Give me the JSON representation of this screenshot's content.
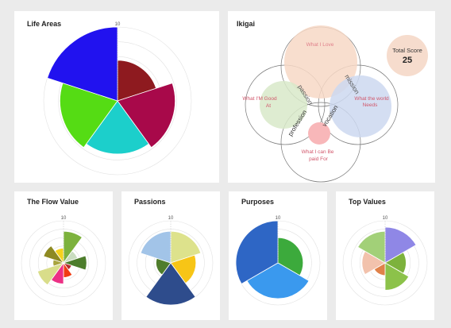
{
  "charts": {
    "life_areas": {
      "title": "Life Areas",
      "axis_label": "10",
      "max": 10,
      "chart_data": {
        "type": "polar-area",
        "title": "Life Areas",
        "rmax": 10,
        "tick_label": "10",
        "segments": [
          {
            "value": 5.5,
            "color": "#8e1a1f"
          },
          {
            "value": 7.8,
            "color": "#a8094a"
          },
          {
            "value": 7.2,
            "color": "#1ccfcb"
          },
          {
            "value": 7.8,
            "color": "#55dc14"
          },
          {
            "value": 10,
            "color": "#2112ef"
          }
        ]
      }
    },
    "ikigai": {
      "title": "Ikigai",
      "circles": {
        "love": "What I Love",
        "good": "What I'M Good At",
        "world": "What the world Needs",
        "paid": "What I can Be paid For"
      },
      "overlaps": {
        "passion": "passion",
        "mission": "mission",
        "profession": "profession",
        "vocation": "vocation"
      },
      "score": {
        "label": "Total Score",
        "value": "25"
      },
      "colors": {
        "love": "#f7d8c6",
        "good": "#d8e9c9",
        "world": "#cdd8f0",
        "paid": "#f8b7b9",
        "badge": "#f6dccd"
      }
    },
    "flow": {
      "title": "The Flow Value",
      "axis_label": "10",
      "chart_data": {
        "type": "polar-area",
        "title": "The Flow Value",
        "rmax": 10,
        "tick_label": "10",
        "segments": [
          {
            "value": 7.5,
            "color": "#7db23d"
          },
          {
            "value": 3.5,
            "color": "#c9dcc0"
          },
          {
            "value": 5.5,
            "color": "#4d7d2c"
          },
          {
            "value": 2.0,
            "color": "#b52b2f"
          },
          {
            "value": 3.5,
            "color": "#f13b12"
          },
          {
            "value": 5.0,
            "color": "#ec3085"
          },
          {
            "value": 6.5,
            "color": "#d9dd8a"
          },
          {
            "value": 2.5,
            "color": "#a8a43d"
          },
          {
            "value": 5.0,
            "color": "#8e8a22"
          },
          {
            "value": 3.5,
            "color": "#f5d21b"
          }
        ]
      }
    },
    "passions": {
      "title": "Passions",
      "axis_label": "10",
      "chart_data": {
        "type": "polar-area",
        "title": "Passions",
        "rmax": 10,
        "tick_label": "10",
        "segments": [
          {
            "value": 7.5,
            "color": "#dde28c"
          },
          {
            "value": 6.0,
            "color": "#f7c516"
          },
          {
            "value": 10,
            "color": "#2e4c8c"
          },
          {
            "value": 3.5,
            "color": "#4f7d2c"
          },
          {
            "value": 7.5,
            "color": "#a2c4e8"
          }
        ]
      }
    },
    "purposes": {
      "title": "Purposes",
      "axis_label": "10",
      "chart_data": {
        "type": "polar-area",
        "title": "Purposes",
        "rmax": 10,
        "tick_label": "10",
        "segments": [
          {
            "value": 6.0,
            "color": "#3caa3c"
          },
          {
            "value": 8.5,
            "color": "#3a99ee"
          },
          {
            "value": 10,
            "color": "#2e66c5"
          }
        ]
      }
    },
    "top_values": {
      "title": "Top Values",
      "axis_label": "10",
      "chart_data": {
        "type": "polar-area",
        "title": "Top Values",
        "rmax": 10,
        "tick_label": "10",
        "segments": [
          {
            "value": 8.5,
            "color": "#8f87e6"
          },
          {
            "value": 5.0,
            "color": "#7db23d"
          },
          {
            "value": 6.5,
            "color": "#8cc24a"
          },
          {
            "value": 3.0,
            "color": "#e0824a"
          },
          {
            "value": 5.5,
            "color": "#f2c2ac"
          },
          {
            "value": 7.5,
            "color": "#a2d078"
          }
        ]
      }
    }
  }
}
